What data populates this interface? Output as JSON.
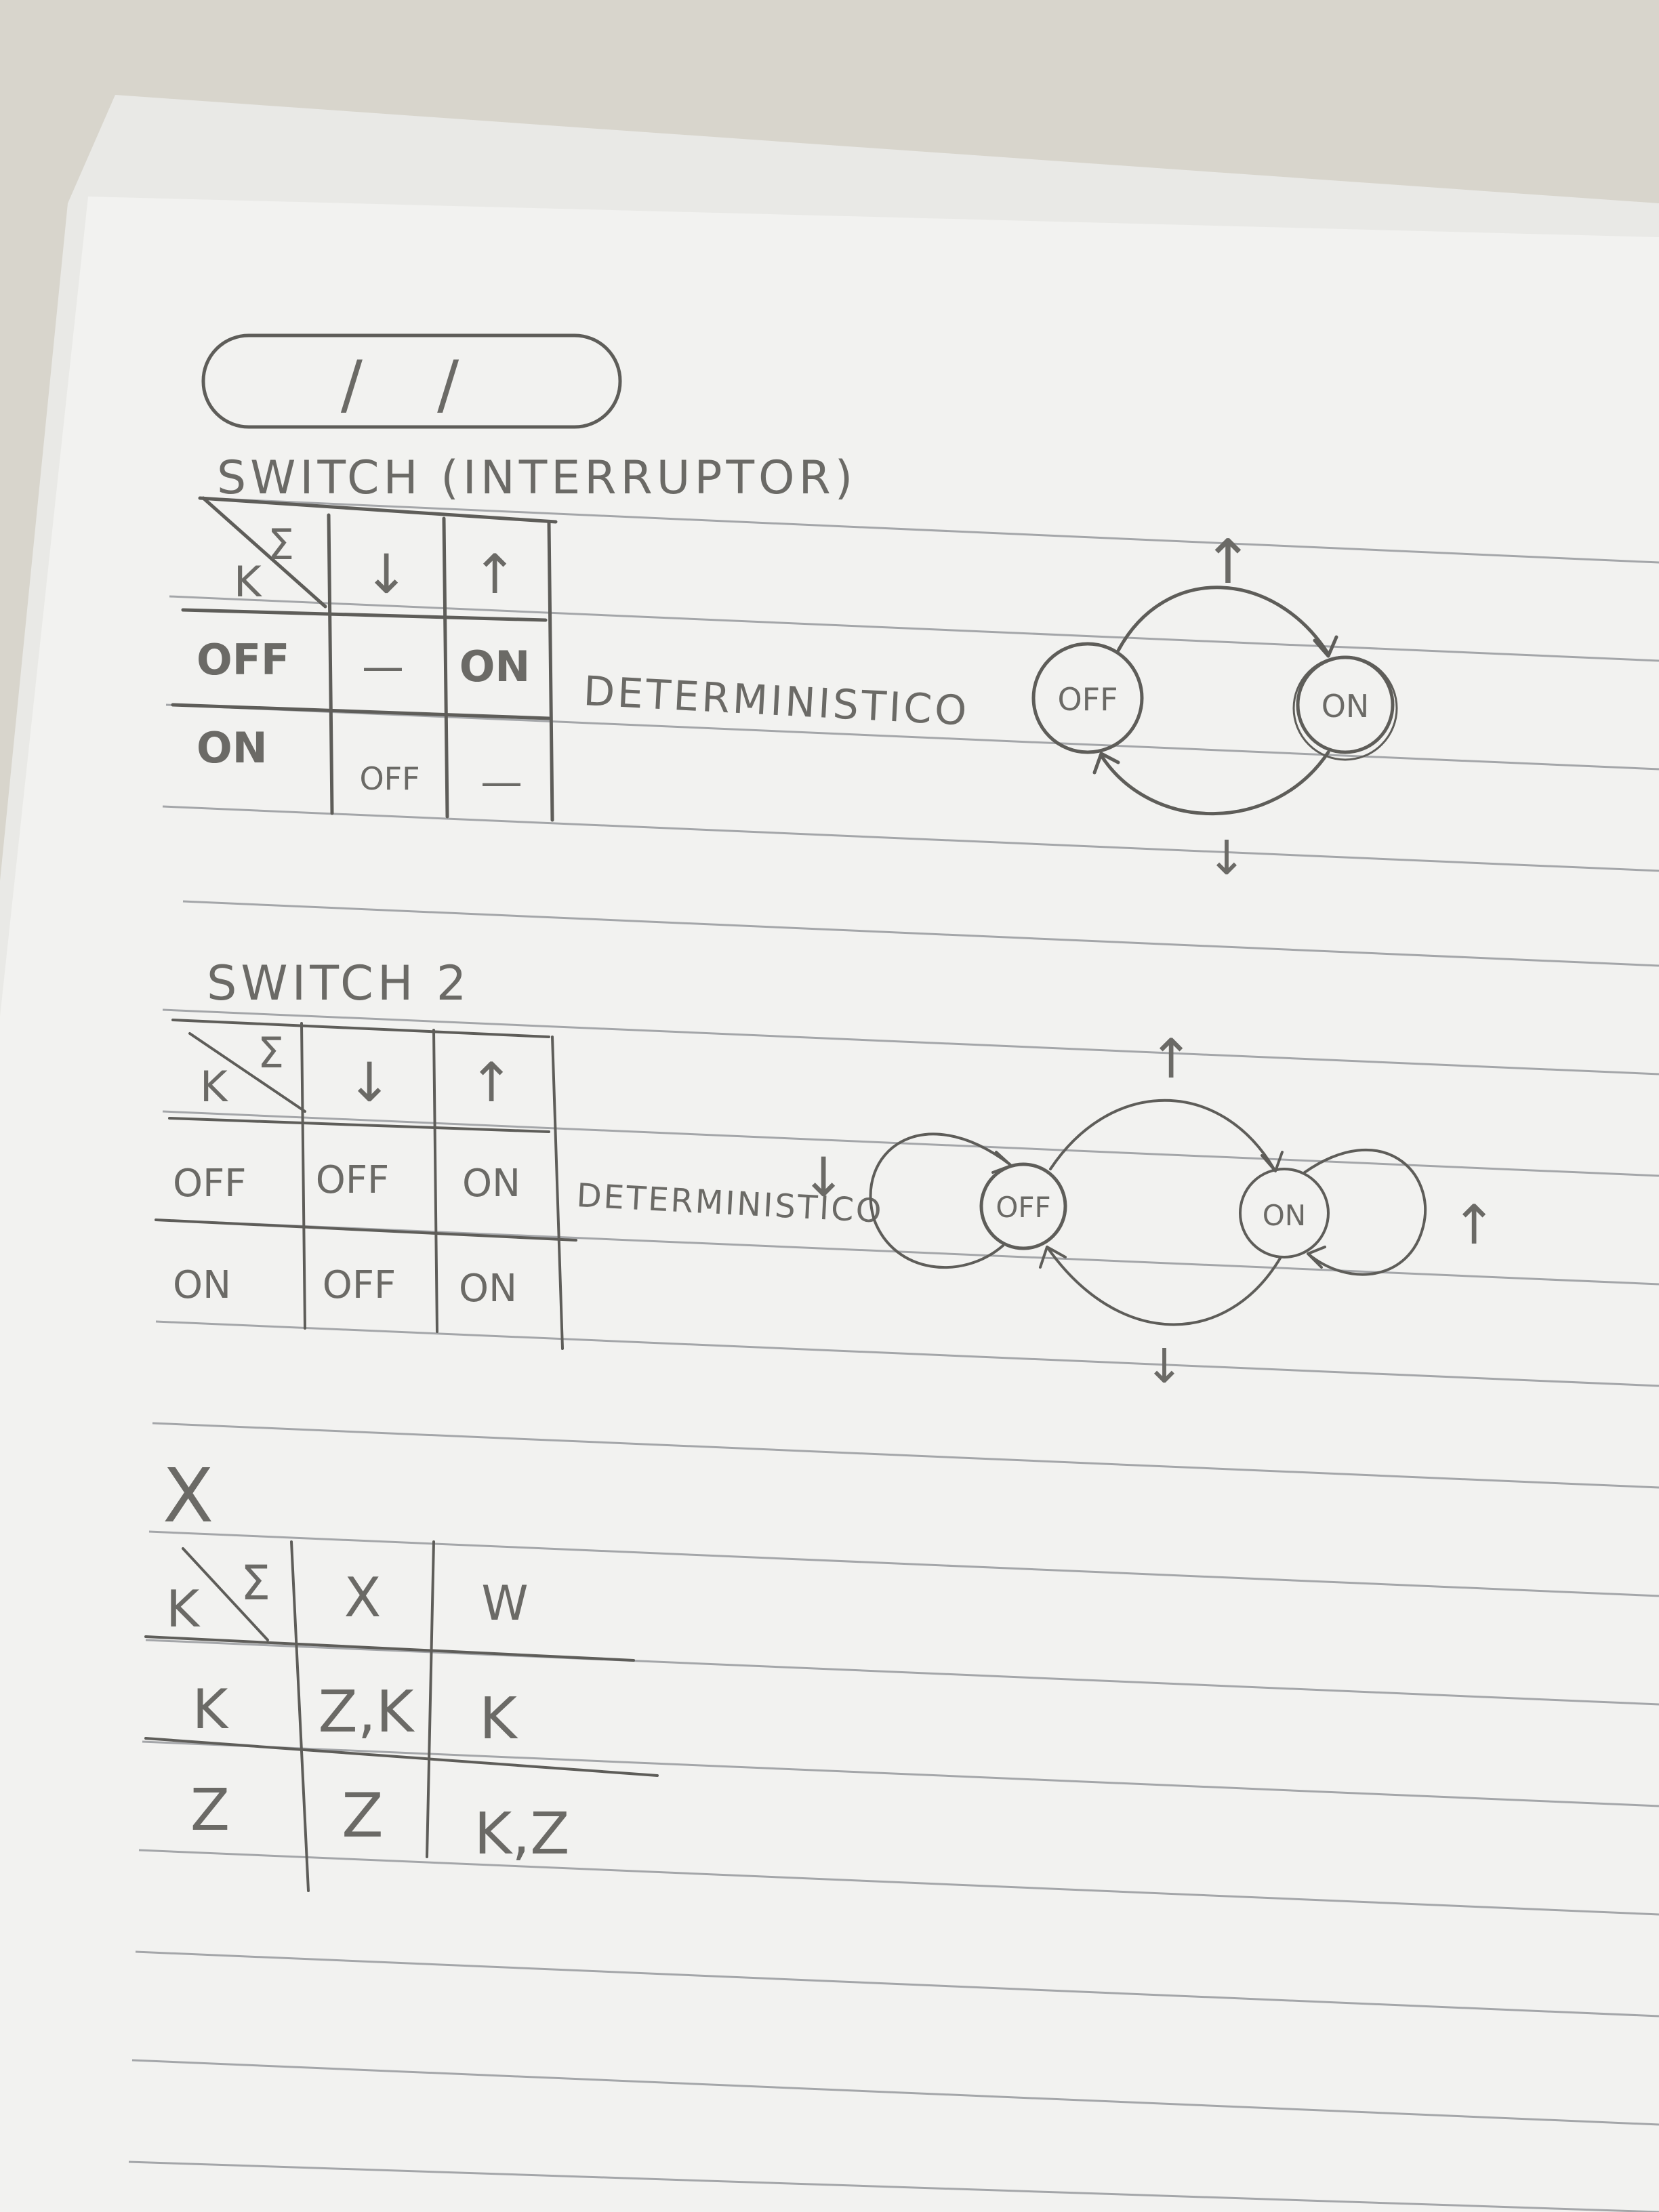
{
  "date_box": "/   /",
  "section1": {
    "title": "SWITCH (INTERRUPTOR)",
    "corner_top": "Σ",
    "corner_bottom": "K",
    "col_headers": [
      "↓",
      "↑"
    ],
    "rows": [
      {
        "state": "OFF",
        "cells": [
          "—",
          "ON"
        ]
      },
      {
        "state": "ON",
        "cells": [
          "OFF",
          "—"
        ]
      }
    ],
    "note": "DETERMINISTICO",
    "diagram": {
      "states": [
        "OFF",
        "ON"
      ],
      "arrows": [
        "↑",
        "↓"
      ]
    }
  },
  "section2": {
    "title": "SWITCH 2",
    "corner_top": "Σ",
    "corner_bottom": "K",
    "col_headers": [
      "↓",
      "↑"
    ],
    "rows": [
      {
        "state": "OFF",
        "cells": [
          "OFF",
          "ON"
        ]
      },
      {
        "state": "ON",
        "cells": [
          "OFF",
          "ON"
        ]
      }
    ],
    "note": "DETERMINISTICO",
    "note_arrow": "↓",
    "diagram": {
      "states": [
        "OFF",
        "ON"
      ],
      "arrows": [
        "↑",
        "↓",
        "↑"
      ]
    }
  },
  "section3": {
    "title": "X",
    "corner_top": "Σ",
    "corner_bottom": "K",
    "col_headers": [
      "X",
      "W"
    ],
    "rows": [
      {
        "state": "K",
        "cells": [
          "Z,K",
          "K"
        ]
      },
      {
        "state": "Z",
        "cells": [
          "Z",
          "K,Z"
        ]
      }
    ]
  },
  "colors": {
    "paper": "#f3f3f1",
    "pencil": "#5e5d59",
    "background": "#d9d6cc",
    "rule": "#8a8d92"
  }
}
